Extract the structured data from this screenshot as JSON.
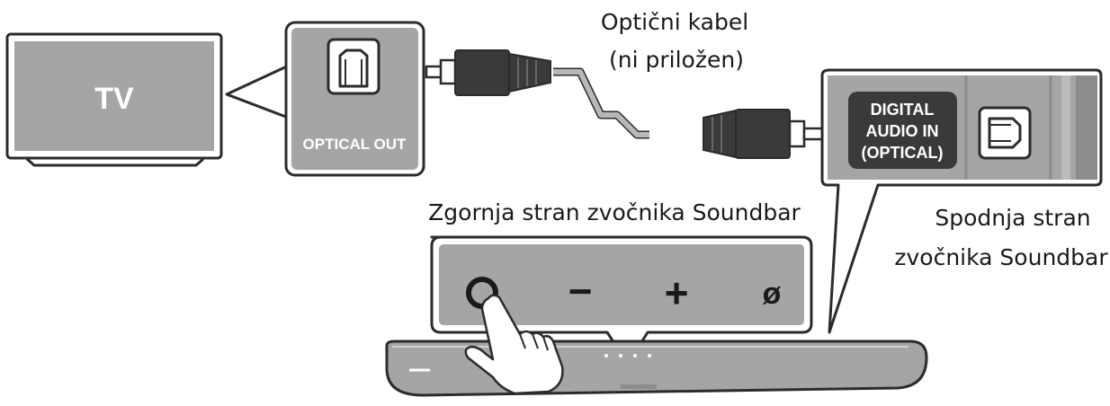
{
  "tv": {
    "label": "TV"
  },
  "tv_port": {
    "label": "OPTICAL OUT"
  },
  "cable": {
    "label_line1": "Optični kabel",
    "label_line2": "(ni priložen)"
  },
  "soundbar_port": {
    "label_line1": "DIGITAL",
    "label_line2": "AUDIO IN",
    "label_line3": "(OPTICAL)"
  },
  "soundbar_top": {
    "label": "Zgornja stran zvočnika Soundbar",
    "buttons": [
      {
        "name": "power",
        "glyph": ""
      },
      {
        "name": "volume-down",
        "glyph": "−"
      },
      {
        "name": "volume-up",
        "glyph": "+"
      },
      {
        "name": "bluetooth-pairing",
        "glyph": "ø"
      }
    ]
  },
  "soundbar_bottom": {
    "label_line1": "Spodnja stran",
    "label_line2": "zvočnika Soundbar"
  },
  "colors": {
    "panel_gray": "#a5a5a5",
    "dark": "#2b2b2b",
    "cable_gray": "#9e9e9e",
    "badge_dark": "#3a3a3a"
  }
}
